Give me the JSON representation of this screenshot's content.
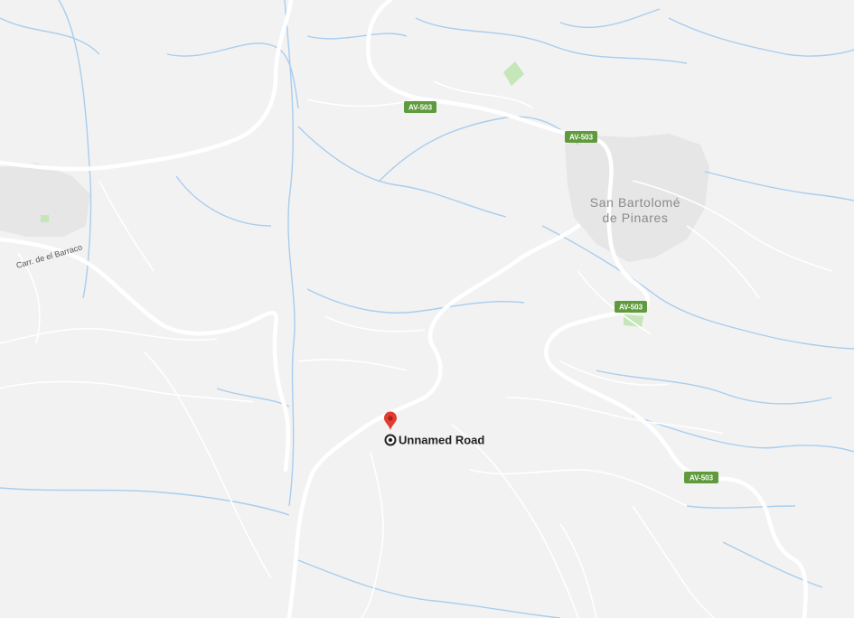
{
  "colors": {
    "land": "#f2f2f2",
    "road": "#ffffff",
    "water": "#a9cdee",
    "park": "#c4e6b8",
    "urban": "#e6e6e6",
    "shield_bg": "#5f9b3c",
    "shield_text": "#ffffff",
    "town_text": "#8a8a8a",
    "pin": "#e33b2e",
    "place_text": "#222222"
  },
  "road_shields": [
    {
      "label": "AV-503"
    },
    {
      "label": "AV-503"
    },
    {
      "label": "AV-503"
    },
    {
      "label": "AV-503"
    }
  ],
  "town": {
    "line1": "San Bartolomé",
    "line2": "de Pinares"
  },
  "street_label": "Carr. de el Barraco",
  "place": {
    "label": "Unnamed Road",
    "pin_icon": "map-pin-icon",
    "place_icon": "target-place-icon"
  }
}
